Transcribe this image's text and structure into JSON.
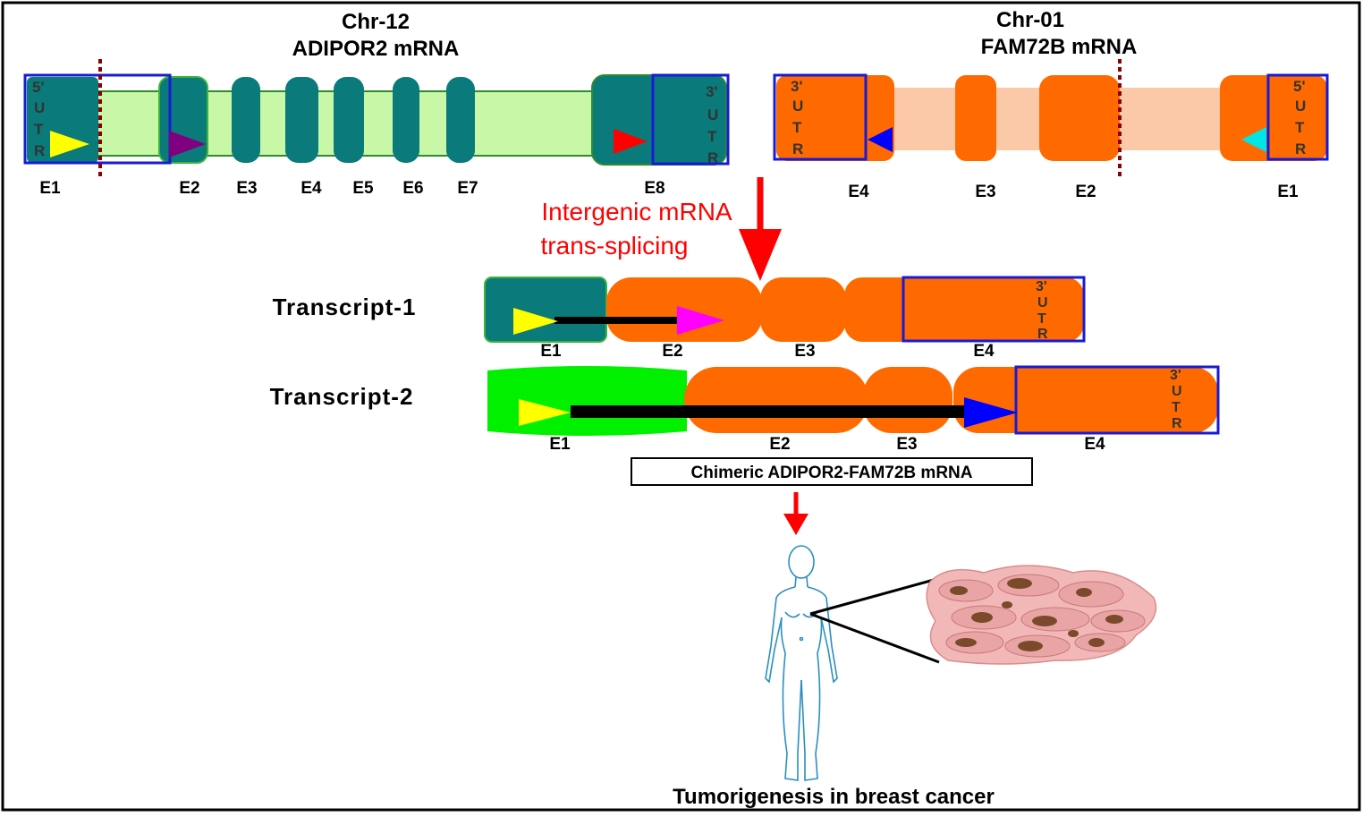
{
  "colors": {
    "teal": "#0a7a7a",
    "light_green": "#c8f7a8",
    "bright_green": "#00f000",
    "orange": "#ff6a00",
    "peach": "#fcc9a8",
    "blue_box": "#1a1ad6",
    "red": "#ff0000",
    "dark_red": "#8b0000",
    "yellow": "#ffff00",
    "purple": "#800080",
    "magenta": "#ff00ff",
    "cyan": "#00e5e5",
    "blue_arrow": "#0000ff",
    "skin": "#e9a5a5",
    "nucleus": "#7a4a2a",
    "outline": "#2a8fbf"
  },
  "gene_left": {
    "chrom": "Chr-12",
    "name": "ADIPOR2 mRNA",
    "exons": [
      "E1",
      "E2",
      "E3",
      "E4",
      "E5",
      "E6",
      "E7",
      "E8"
    ],
    "utr5": [
      "5'",
      "U",
      "T",
      "R"
    ],
    "utr3": [
      "3'",
      "U",
      "T",
      "R"
    ]
  },
  "gene_right": {
    "chrom": "Chr-01",
    "name": "FAM72B mRNA",
    "exons": [
      "E4",
      "E3",
      "E2",
      "E1"
    ],
    "utr3": [
      "3'",
      "U",
      "T",
      "R"
    ],
    "utr5": [
      "5'",
      "U",
      "T",
      "R"
    ]
  },
  "process": {
    "line1": "Intergenic mRNA",
    "line2": "trans-splicing"
  },
  "transcript1": {
    "label": "Transcript-1",
    "exons": [
      "E1",
      "E2",
      "E3",
      "E4"
    ],
    "utr3": [
      "3'",
      "U",
      "T",
      "R"
    ]
  },
  "transcript2": {
    "label": "Transcript-2",
    "exons": [
      "E1",
      "E2",
      "E3",
      "E4"
    ],
    "utr3": [
      "3'",
      "U",
      "T",
      "R"
    ]
  },
  "chimeric_label": "Chimeric ADIPOR2-FAM72B mRNA",
  "outcome": "Tumorigenesis in breast cancer"
}
